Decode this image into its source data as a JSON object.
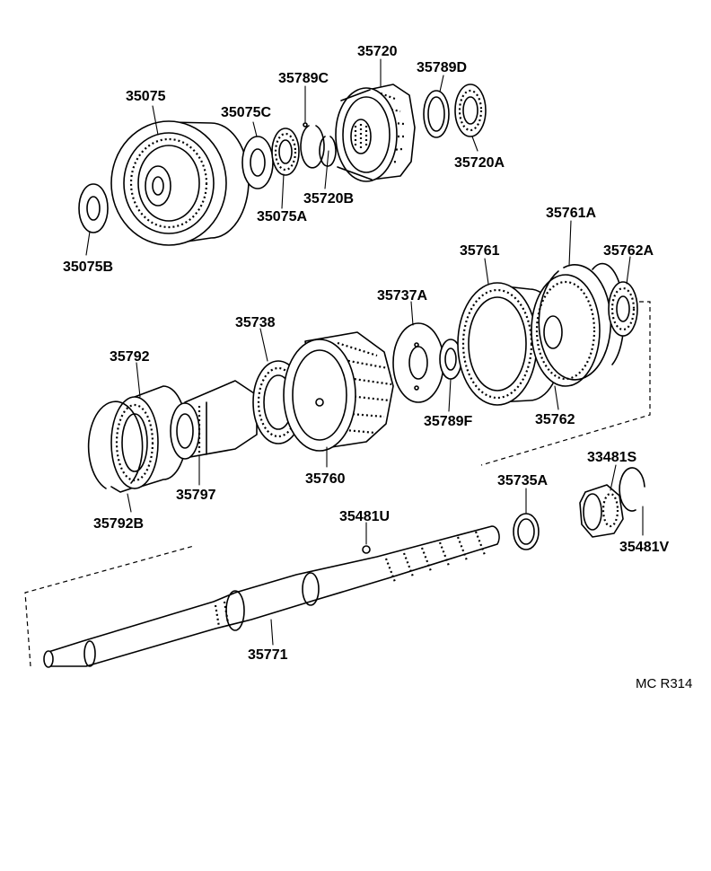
{
  "diagram": {
    "labels": {
      "p35075": "35075",
      "p35075c": "35075C",
      "p35789c": "35789C",
      "p35720": "35720",
      "p35789d": "35789D",
      "p35720a": "35720A",
      "p35720b": "35720B",
      "p35075a": "35075A",
      "p35075b": "35075B",
      "p35761a": "35761A",
      "p35761": "35761",
      "p35762a": "35762A",
      "p35737a": "35737A",
      "p35738": "35738",
      "p35792": "35792",
      "p35789f": "35789F",
      "p35762": "35762",
      "p35797": "35797",
      "p35760": "35760",
      "p35792b": "35792B",
      "p33481s": "33481S",
      "p35735a": "35735A",
      "p35481u": "35481U",
      "p35481v": "35481V",
      "p35771": "35771"
    },
    "diagram_code": "MC R314"
  }
}
